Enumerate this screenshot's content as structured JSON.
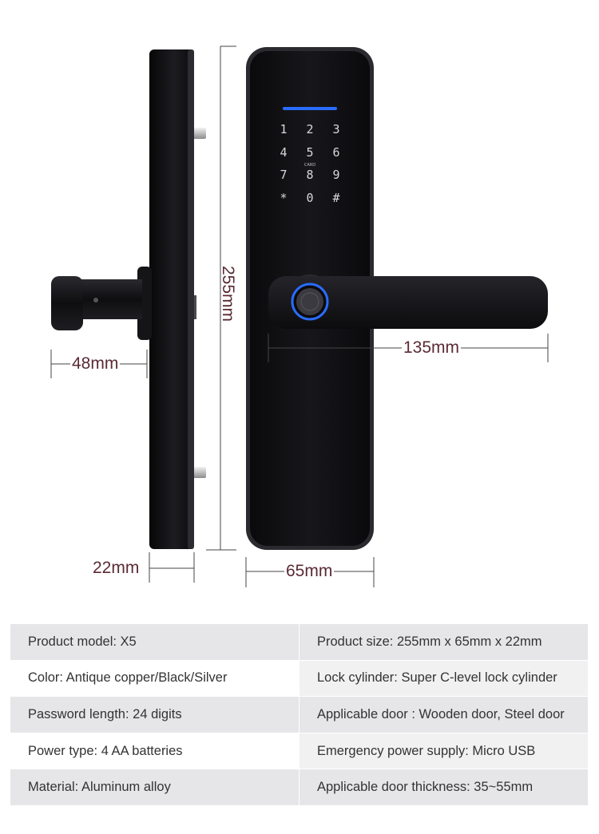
{
  "keypad": {
    "keys": [
      "1",
      "2",
      "3",
      "4",
      "5",
      "6",
      "7",
      "8",
      "9",
      "*",
      "0",
      "#"
    ],
    "card_label": "CARD"
  },
  "dimensions": {
    "height": "255mm",
    "handle_length": "135mm",
    "knob_depth": "48mm",
    "side_thickness": "22mm",
    "front_width": "65mm"
  },
  "colors": {
    "dimension_text": "#5a2a34",
    "lock_body": "#121215",
    "indicator_blue": "#2a6cff",
    "row_shade": "#e6e6e8"
  },
  "specs": [
    [
      "Product model: X5",
      "Product size: 255mm x 65mm x 22mm"
    ],
    [
      "Color: Antique copper/Black/Silver",
      "Lock cylinder: Super C-level lock cylinder"
    ],
    [
      "Password length: 24 digits",
      "Applicable door : Wooden door, Steel door"
    ],
    [
      "Power type: 4 AA batteries",
      "Emergency power supply: Micro USB"
    ],
    [
      "Material: Aluminum alloy",
      "Applicable door thickness: 35~55mm"
    ]
  ]
}
